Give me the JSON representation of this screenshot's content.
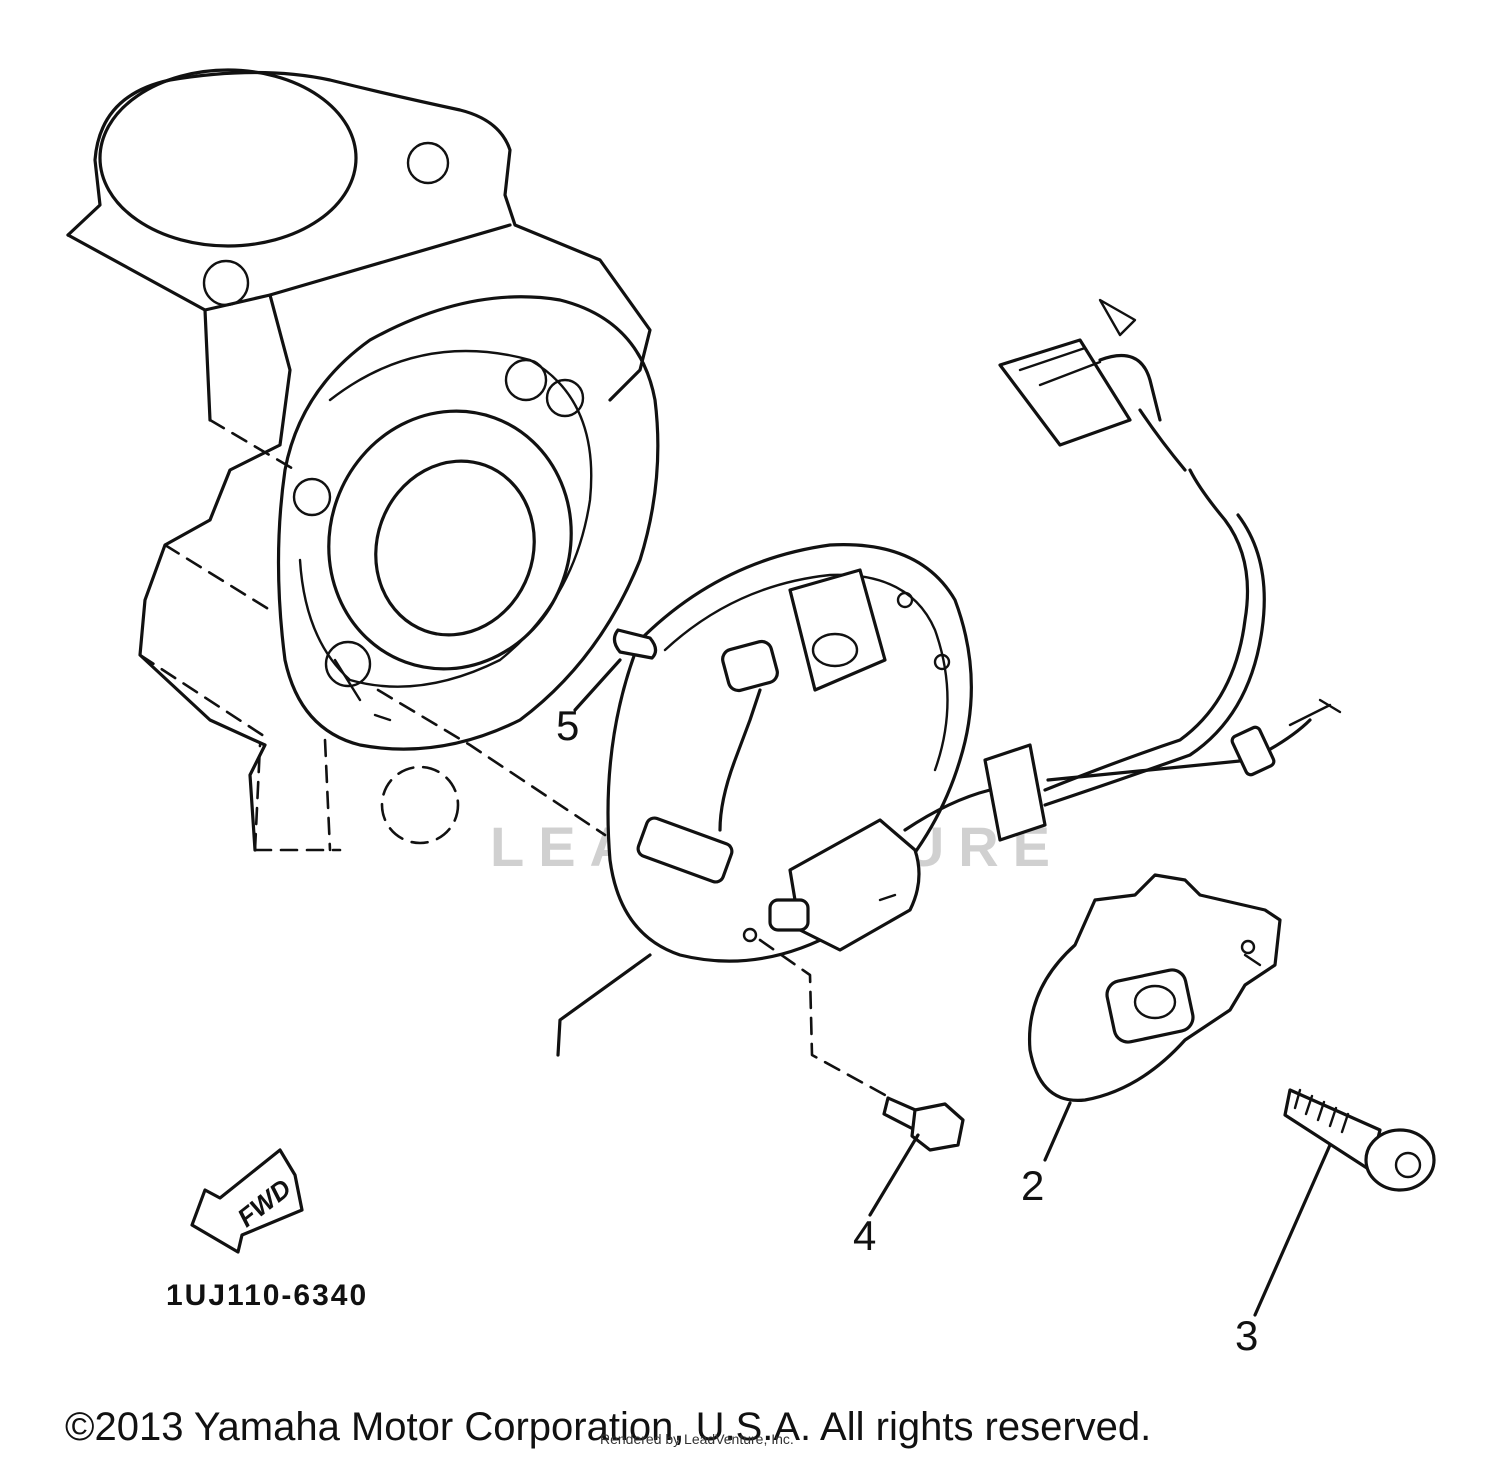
{
  "diagram": {
    "part_number": "1UJ110-6340",
    "fwd_label": "FWD",
    "watermark": "LEADVENTURE",
    "copyright": "©2013 Yamaha Motor Corporation, U.S.A. All rights reserved.",
    "credit": "Rendered by LeadVenture, Inc.",
    "callouts": [
      {
        "id": "2",
        "label": "2"
      },
      {
        "id": "3",
        "label": "3"
      },
      {
        "id": "4",
        "label": "4"
      },
      {
        "id": "5",
        "label": "5"
      }
    ]
  }
}
